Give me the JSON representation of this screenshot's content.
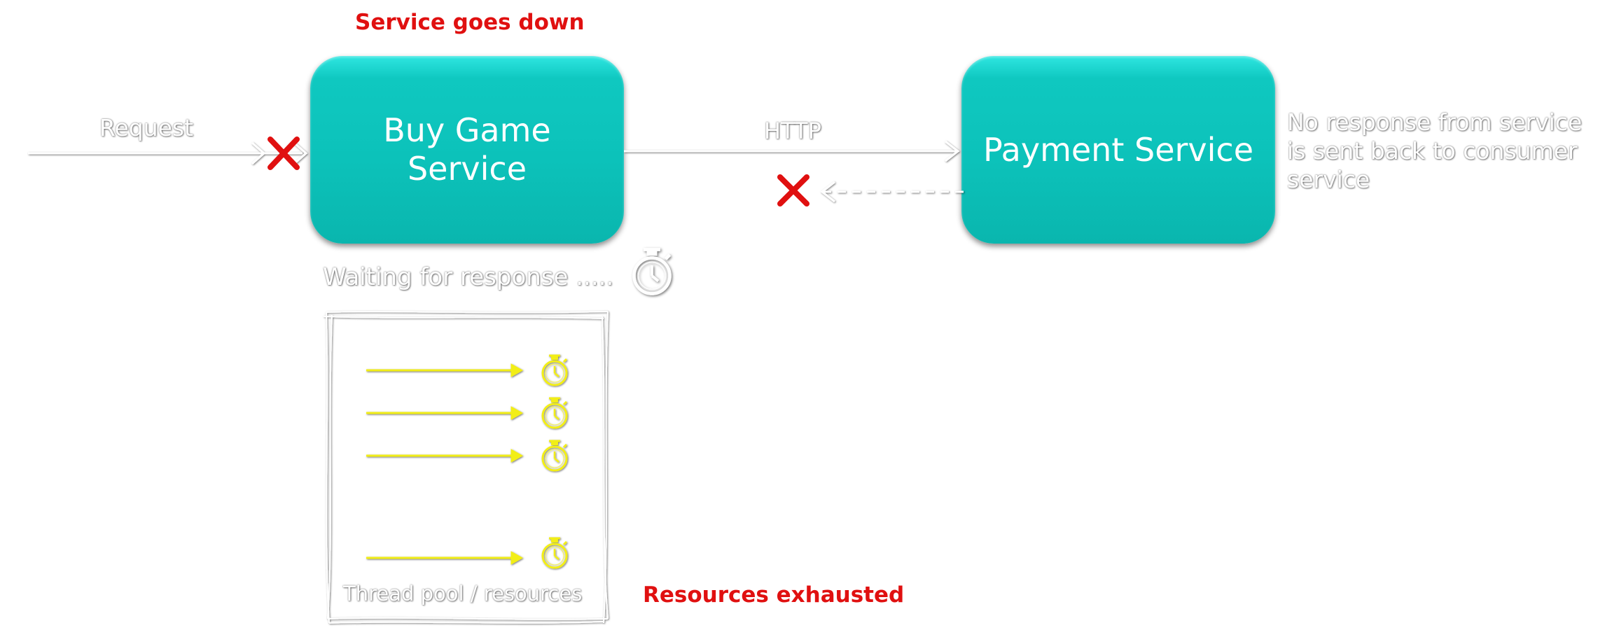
{
  "diagram": {
    "headline": "Service goes down",
    "request_label": "Request",
    "http_label": "HTTP",
    "buy_service": {
      "label": "Buy Game\nService",
      "color": "#0cc2ba"
    },
    "payment_service": {
      "label": "Payment Service",
      "color": "#0cc2ba"
    },
    "note_lines": [
      "No response from service",
      "is sent back to consumer",
      "service"
    ],
    "waiting_label": "Waiting for response .....",
    "pool_label": "Thread pool / resources",
    "exhausted_label": "Resources exhausted",
    "colors": {
      "alert_red": "#e01010",
      "thread_yellow": "#f2ee14",
      "text_white": "#ffffff"
    },
    "icons": [
      "cross-icon",
      "stopwatch-icon"
    ]
  }
}
